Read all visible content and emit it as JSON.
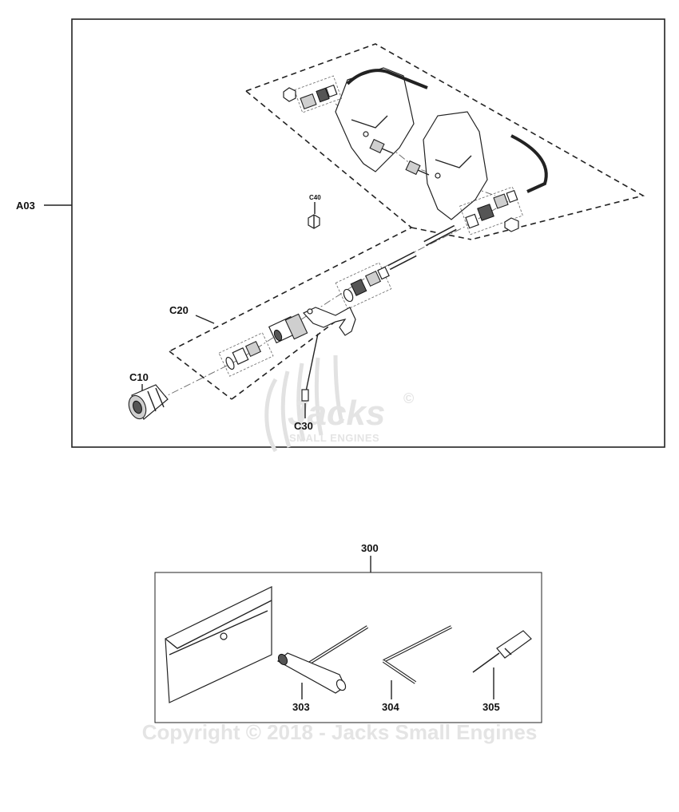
{
  "labels": {
    "a03": "A03",
    "c40": "C40",
    "c20": "C20",
    "c10": "C10",
    "c30": "C30",
    "p300": "300",
    "p303": "303",
    "p304": "304",
    "p305": "305"
  },
  "watermark": {
    "logo_main": "Jacks",
    "logo_mark": "©",
    "logo_sub": "SMALL ENGINES",
    "copyright": "Copyright © 2018 - Jacks Small Engines"
  },
  "colors": {
    "line": "#222222",
    "watermark": "#e4e4e4",
    "background": "#ffffff"
  }
}
